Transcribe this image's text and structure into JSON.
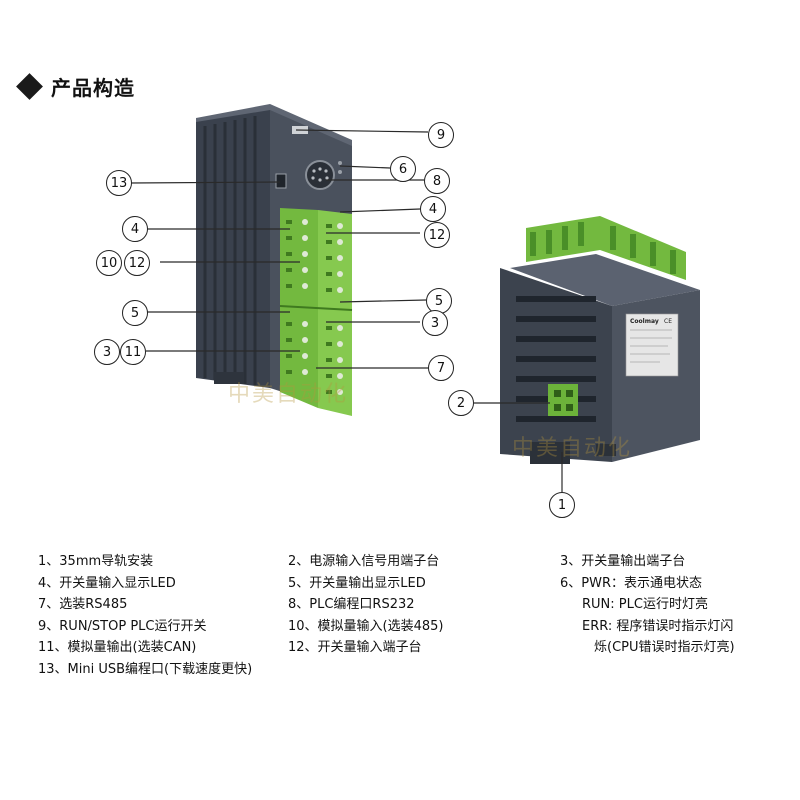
{
  "section_title": "产品构造",
  "watermarks": [
    "中美自动化",
    "中美自动化"
  ],
  "callouts": [
    "9",
    "6",
    "8",
    "13",
    "4",
    "12",
    "4",
    "10",
    "12",
    "5",
    "5",
    "3",
    "3",
    "11",
    "7",
    "2",
    "1"
  ],
  "device_label": {
    "brand": "Coolmay",
    "ce": "CE"
  },
  "legend": {
    "col1": [
      "1、35mm导轨安装",
      "4、开关量输入显示LED",
      "7、选装RS485",
      "9、RUN/STOP PLC运行开关",
      "11、模拟量输出(选装CAN)",
      "13、Mini USB编程口(下载速度更快)"
    ],
    "col2": [
      "2、电源输入信号用端子台",
      "5、开关量输出显示LED",
      "8、PLC编程口RS232",
      "10、模拟量输入(选装485)",
      "12、开关量输入端子台"
    ],
    "col3": [
      "3、开关量输出端子台",
      "6、PWR：表示通电状态",
      "RUN: PLC运行时灯亮",
      "ERR: 程序错误时指示灯闪",
      "烁(CPU错误时指示灯亮)"
    ]
  },
  "colors": {
    "terminal_green": "#7ac143",
    "body_dark": "#3f4652",
    "body_mid": "#555d6a"
  }
}
